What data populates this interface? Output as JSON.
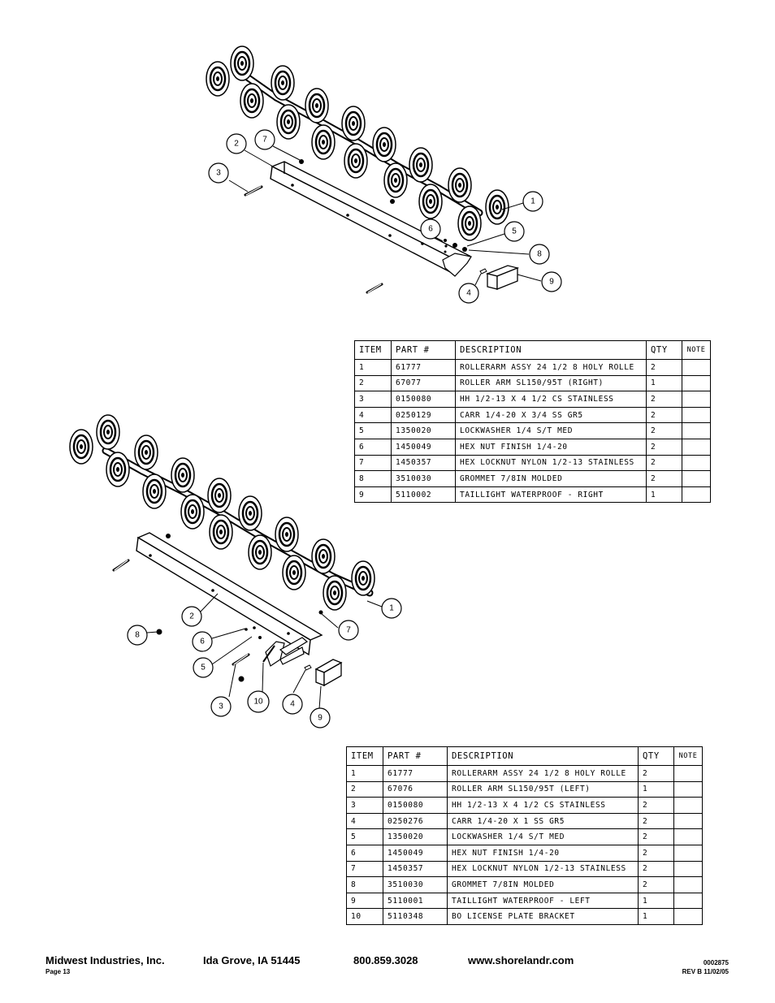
{
  "diagram_right": {
    "callouts": [
      "1",
      "2",
      "3",
      "4",
      "5",
      "6",
      "7",
      "8",
      "9"
    ]
  },
  "diagram_left": {
    "callouts": [
      "1",
      "2",
      "3",
      "4",
      "5",
      "6",
      "7",
      "8",
      "9",
      "10"
    ]
  },
  "table_right": {
    "headers": [
      "ITEM",
      "PART #",
      "DESCRIPTION",
      "QTY",
      "NOTE"
    ],
    "rows": [
      [
        "1",
        "61777",
        "ROLLERARM ASSY 24 1/2  8 HOLY ROLLE",
        "2",
        ""
      ],
      [
        "2",
        "67077",
        "ROLLER ARM SL150/95T (RIGHT)",
        "1",
        ""
      ],
      [
        "3",
        "0150080",
        "HH 1/2-13 X 4 1/2 CS STAINLESS",
        "2",
        ""
      ],
      [
        "4",
        "0250129",
        "CARR 1/4-20 X 3/4 SS GR5",
        "2",
        ""
      ],
      [
        "5",
        "1350020",
        "LOCKWASHER 1/4 S/T MED",
        "2",
        ""
      ],
      [
        "6",
        "1450049",
        "HEX NUT FINISH 1/4-20",
        "2",
        ""
      ],
      [
        "7",
        "1450357",
        "HEX LOCKNUT NYLON 1/2-13 STAINLESS",
        "2",
        ""
      ],
      [
        "8",
        "3510030",
        "GROMMET  7/8IN MOLDED",
        "2",
        ""
      ],
      [
        "9",
        "5110002",
        "TAILLIGHT WATERPROOF - RIGHT",
        "1",
        ""
      ]
    ]
  },
  "table_left": {
    "headers": [
      "ITEM",
      "PART #",
      "DESCRIPTION",
      "QTY",
      "NOTE"
    ],
    "rows": [
      [
        "1",
        "61777",
        "ROLLERARM ASSY 24 1/2  8 HOLY ROLLE",
        "2",
        ""
      ],
      [
        "2",
        "67076",
        "ROLLER ARM SL150/95T (LEFT)",
        "1",
        ""
      ],
      [
        "3",
        "0150080",
        "HH 1/2-13 X 4 1/2 CS STAINLESS",
        "2",
        ""
      ],
      [
        "4",
        "0250276",
        "CARR 1/4-20 X 1 SS GR5",
        "2",
        ""
      ],
      [
        "5",
        "1350020",
        "LOCKWASHER 1/4 S/T MED",
        "2",
        ""
      ],
      [
        "6",
        "1450049",
        "HEX NUT FINISH 1/4-20",
        "2",
        ""
      ],
      [
        "7",
        "1450357",
        "HEX LOCKNUT NYLON 1/2-13 STAINLESS",
        "2",
        ""
      ],
      [
        "8",
        "3510030",
        "GROMMET  7/8IN MOLDED",
        "2",
        ""
      ],
      [
        "9",
        "5110001",
        "TAILLIGHT WATERPROOF - LEFT",
        "1",
        ""
      ],
      [
        "10",
        "5110348",
        "BO LICENSE PLATE BRACKET",
        "1",
        ""
      ]
    ]
  },
  "footer": {
    "company": "Midwest Industries, Inc.",
    "location": "Ida Grove, IA  51445",
    "phone": "800.859.3028",
    "website": "www.shorelandr.com",
    "page": "Page 13",
    "doc_number": "0002875",
    "revision": "REV  B  11/02/05"
  }
}
